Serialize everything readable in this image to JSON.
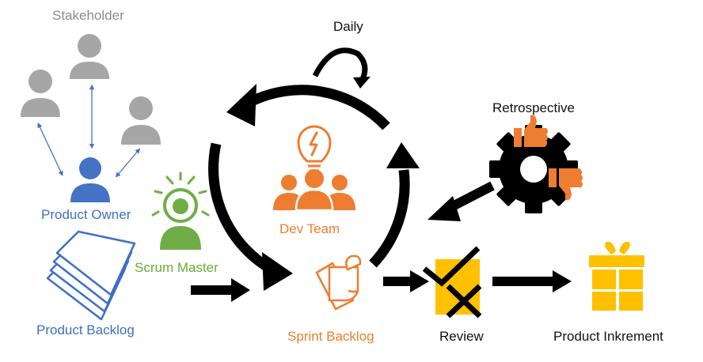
{
  "labels": {
    "stakeholder": "Stakeholder",
    "daily": "Daily",
    "retrospective": "Retrospective",
    "product_owner": "Product Owner",
    "dev_team": "Dev Team",
    "scrum_master": "Scrum Master",
    "product_backlog": "Product Backlog",
    "sprint_backlog": "Sprint Backlog",
    "review": "Review",
    "product_inkrement": "Product Inkrement"
  },
  "colors": {
    "stakeholder": "#a6a6a6",
    "product_owner": "#4472c4",
    "scrum_master": "#70ad47",
    "dev_team": "#ed7d31",
    "review_box": "#ffc000",
    "increment_gift": "#ffc000",
    "cycle": "#000000"
  },
  "icons": [
    "stakeholder-person-icon",
    "product-owner-person-icon",
    "scrum-master-person-icon",
    "lightbulb-icon",
    "dev-team-group-icon",
    "backlog-papers-icon",
    "sprint-backlog-notes-icon",
    "retrospective-gear-icon",
    "thumbs-up-icon",
    "thumbs-down-icon",
    "review-check-icon",
    "gift-box-icon"
  ]
}
